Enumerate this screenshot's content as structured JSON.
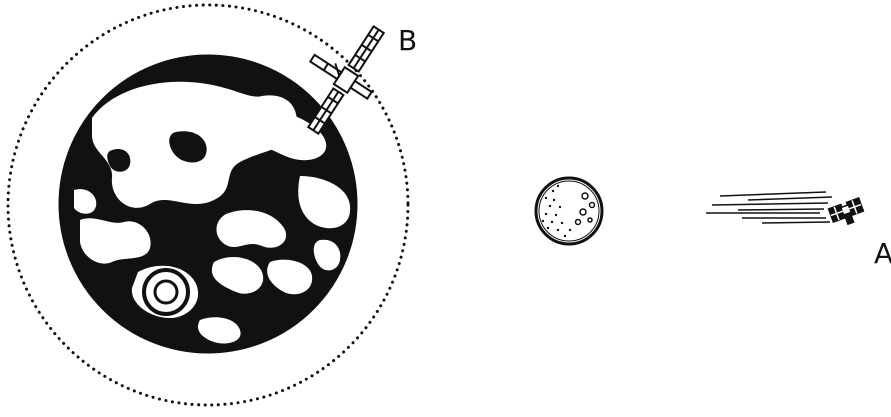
{
  "labels": {
    "satellite_b": "B",
    "satellite_a": "A"
  },
  "icons": {
    "earth": "earth-icon",
    "moon": "moon-icon",
    "orbit": "orbit-path",
    "satellite_b": "satellite-b-icon",
    "satellite_a": "satellite-a-icon"
  },
  "colors": {
    "ink": "#111111",
    "paper": "#ffffff"
  }
}
